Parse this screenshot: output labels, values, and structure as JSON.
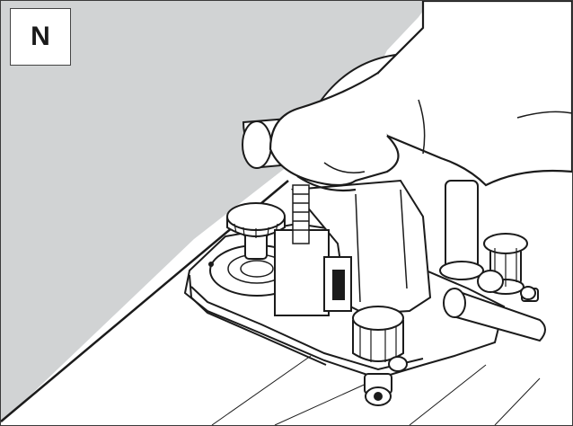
{
  "step": {
    "letter": "N"
  },
  "colors": {
    "wall": "#d1d3d4",
    "outline": "#1b1b1b",
    "fill": "#ffffff",
    "frame_border": "#3a3a3a"
  },
  "illustration": {
    "icon": "wall-grinder-in-use-icon",
    "parts": [
      "hand",
      "top-handle",
      "body",
      "left-knob",
      "right-knob",
      "front-knob",
      "side-handle",
      "wheels",
      "floor-boards",
      "wall"
    ]
  }
}
